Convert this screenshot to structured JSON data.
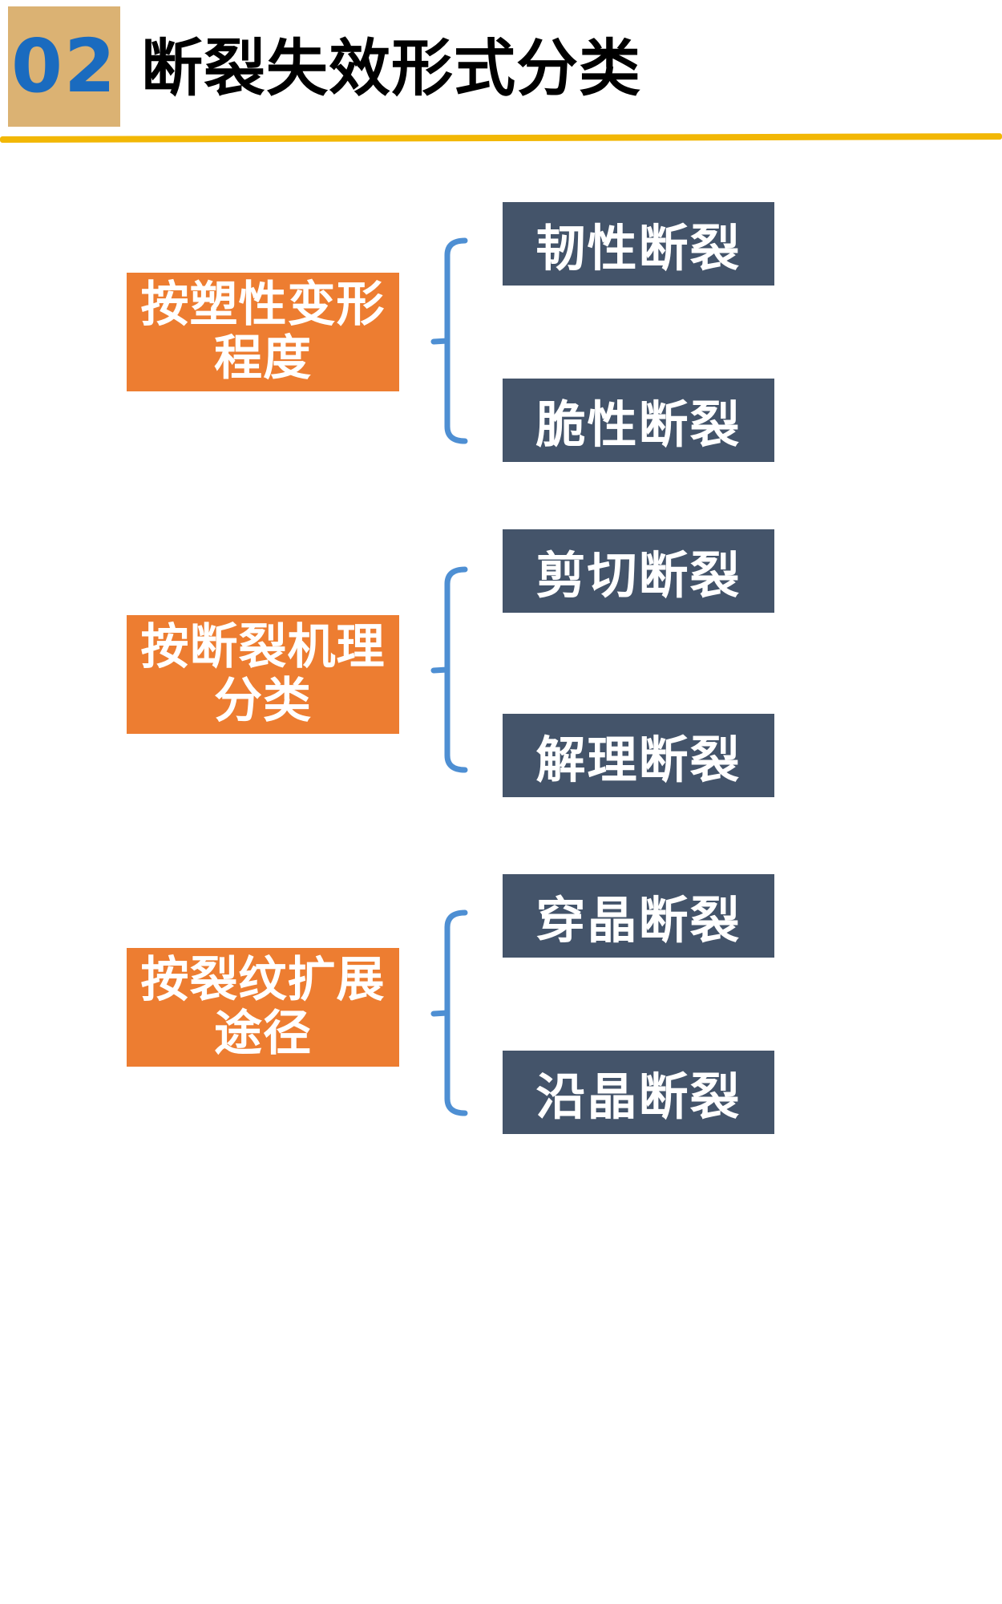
{
  "slide": {
    "section_number": "02",
    "title": "断裂失效形式分类"
  },
  "colors": {
    "section_number_text": "#1A6BBF",
    "section_number_bg": "#DBB273",
    "title_text": "#000000",
    "underline": "#F2B705",
    "category_box_bg": "#ED7D31",
    "category_box_text": "#FFFFFF",
    "item_box_bg": "#44546A",
    "item_box_text": "#FFFFFF",
    "brace": "#4E8FD3",
    "background": "#FFFFFF"
  },
  "diagram": {
    "groups": [
      {
        "category": {
          "line1": "按塑性变形",
          "line2": "程度"
        },
        "items": [
          "韧性断裂",
          "脆性断裂"
        ]
      },
      {
        "category": {
          "line1": "按断裂机理",
          "line2": "分类"
        },
        "items": [
          "剪切断裂",
          "解理断裂"
        ]
      },
      {
        "category": {
          "line1": "按裂纹扩展",
          "line2": "途径"
        },
        "items": [
          "穿晶断裂",
          "沿晶断裂"
        ]
      }
    ]
  }
}
